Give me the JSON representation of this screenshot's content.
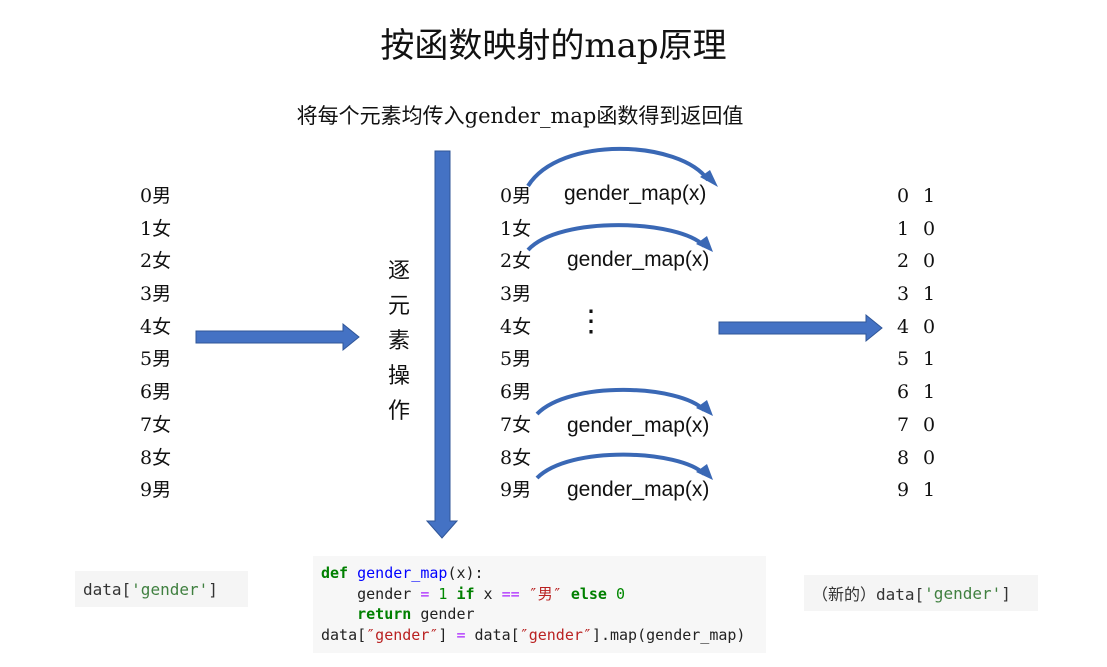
{
  "title": "按函数映射的map原理",
  "subtitle": "将每个元素均传入gender_map函数得到返回值",
  "input_items": [
    "0男",
    "1女",
    "2女",
    "3男",
    "4女",
    "5男",
    "6男",
    "7女",
    "8女",
    "9男"
  ],
  "operation_label": [
    "逐",
    "元",
    "素",
    "操",
    "作"
  ],
  "middle_items": [
    "0男",
    "1女",
    "2女",
    "3男",
    "4女",
    "5男",
    "6男",
    "7女",
    "8女",
    "9男"
  ],
  "function_calls": [
    "gender_map(x)",
    "gender_map(x)",
    "gender_map(x)",
    "gender_map(x)"
  ],
  "ellipsis": "⋮",
  "output_items": [
    {
      "index": "0",
      "value": "1"
    },
    {
      "index": "1",
      "value": "0"
    },
    {
      "index": "2",
      "value": "0"
    },
    {
      "index": "3",
      "value": "1"
    },
    {
      "index": "4",
      "value": "0"
    },
    {
      "index": "5",
      "value": "1"
    },
    {
      "index": "6",
      "value": "1"
    },
    {
      "index": "7",
      "value": "0"
    },
    {
      "index": "8",
      "value": "0"
    },
    {
      "index": "9",
      "value": "1"
    }
  ],
  "left_label": {
    "prefix": "data[",
    "key": "'gender'",
    "suffix": "]"
  },
  "right_label": {
    "prefix": "（新的）data[",
    "key": "'gender'",
    "suffix": "]"
  },
  "code": {
    "line1_kw": "def",
    "line1_fn": "gender_map",
    "line1_rest": "(x):",
    "line2_a": "    gender ",
    "line2_eq": "=",
    "line2_num": " 1 ",
    "line2_if": "if",
    "line2_x": " x ",
    "line2_eqeq": "==",
    "line2_str": " ″男″ ",
    "line2_else": "else",
    "line2_zero": " 0",
    "line3_kw": "    return",
    "line3_rest": " gender",
    "line4_a": "data[",
    "line4_s1": "″gender″",
    "line4_b": "] ",
    "line4_eq": "=",
    "line4_c": " data[",
    "line4_s2": "″gender″",
    "line4_d": "].map(gender_map)"
  },
  "colors": {
    "arrow": "#4472c4",
    "arrow_dark": "#2f5597",
    "string_green": "#408040",
    "string_red": "#ba2121"
  }
}
